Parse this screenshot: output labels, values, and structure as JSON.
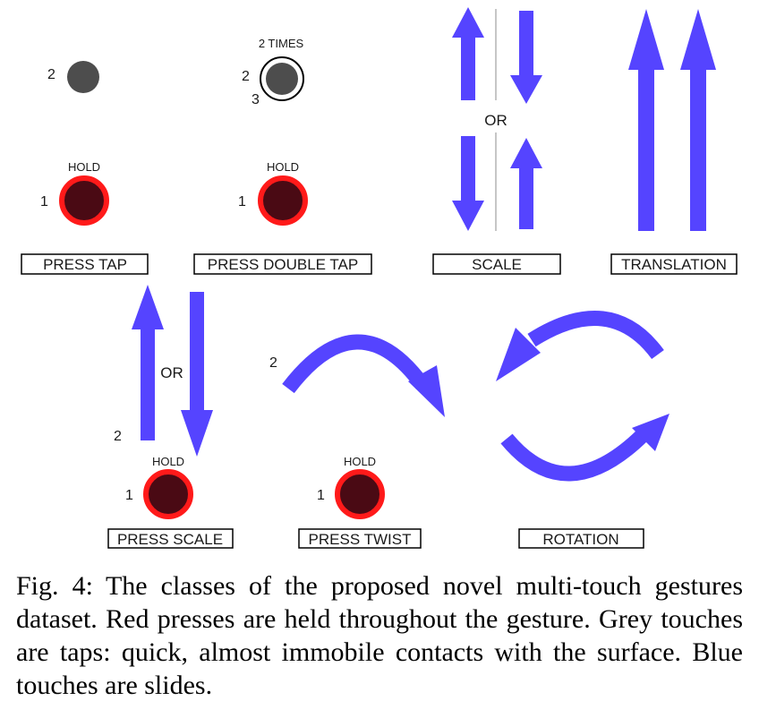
{
  "colors": {
    "slide": "#5544ff",
    "press_ring": "#ff1a1a",
    "press_fill": "#4a0a14",
    "tap": "#4d4d4d",
    "divider": "#b3b3b3"
  },
  "gestures": {
    "press_tap": {
      "label": "PRESS TAP",
      "tap_number": "2",
      "hold_text": "HOLD",
      "press_number": "1"
    },
    "press_double_tap": {
      "label": "PRESS DOUBLE TAP",
      "times_text": "2 TIMES",
      "tap_number_a": "2",
      "tap_number_b": "3",
      "hold_text": "HOLD",
      "press_number": "1"
    },
    "scale": {
      "label": "SCALE",
      "or_text": "OR"
    },
    "translation": {
      "label": "TRANSLATION"
    },
    "press_scale": {
      "label": "PRESS SCALE",
      "or_text": "OR",
      "slide_number": "2",
      "hold_text": "HOLD",
      "press_number": "1"
    },
    "press_twist": {
      "label": "PRESS TWIST",
      "slide_number": "2",
      "hold_text": "HOLD",
      "press_number": "1"
    },
    "rotation": {
      "label": "ROTATION"
    }
  },
  "caption": {
    "figure_number": "Fig. 4:",
    "text": "The classes of the proposed novel multi-touch gestures dataset. Red presses are held throughout the gesture. Grey touches are taps: quick, almost immobile contacts with the surface. Blue touches are slides."
  }
}
